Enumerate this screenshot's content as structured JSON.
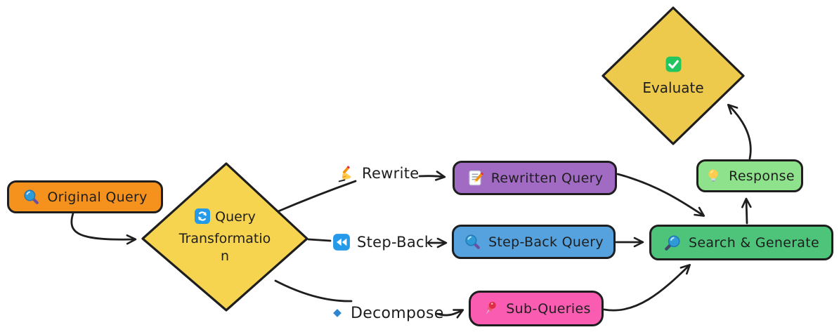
{
  "diagram": {
    "background_color": "#ffffff",
    "stroke_color": "#1e1e1e",
    "nodes": {
      "original_query": {
        "label": "Original Query",
        "icon": "magnifying-glass-icon",
        "color": "#F5921E"
      },
      "query_transformation": {
        "label": "Query Transformation",
        "icon": "refresh-icon",
        "color": "#F6D44F"
      },
      "rewritten_query": {
        "label": "Rewritten Query",
        "icon": "memo-icon",
        "color": "#A16BC4"
      },
      "step_back_query": {
        "label": "Step-Back Query",
        "icon": "magnifying-glass-icon",
        "color": "#55A2DE"
      },
      "sub_queries": {
        "label": "Sub-Queries",
        "icon": "pushpin-icon",
        "color": "#FA5CB2"
      },
      "search_generate": {
        "label": "Search & Generate",
        "icon": "magnifying-glass-tilted-icon",
        "color": "#4DC47A"
      },
      "response": {
        "label": "Response",
        "icon": "light-bulb-icon",
        "color": "#8DE28B"
      },
      "evaluate": {
        "label": "Evaluate",
        "icon": "check-mark-icon",
        "color": "#EDC94C"
      }
    },
    "edge_labels": {
      "rewrite": {
        "label": "Rewrite",
        "icon": "writing-hand-icon"
      },
      "step_back": {
        "label": "Step-Back",
        "icon": "fast-reverse-icon"
      },
      "decompose": {
        "label": "Decompose",
        "icon": "small-blue-diamond-icon"
      }
    }
  }
}
